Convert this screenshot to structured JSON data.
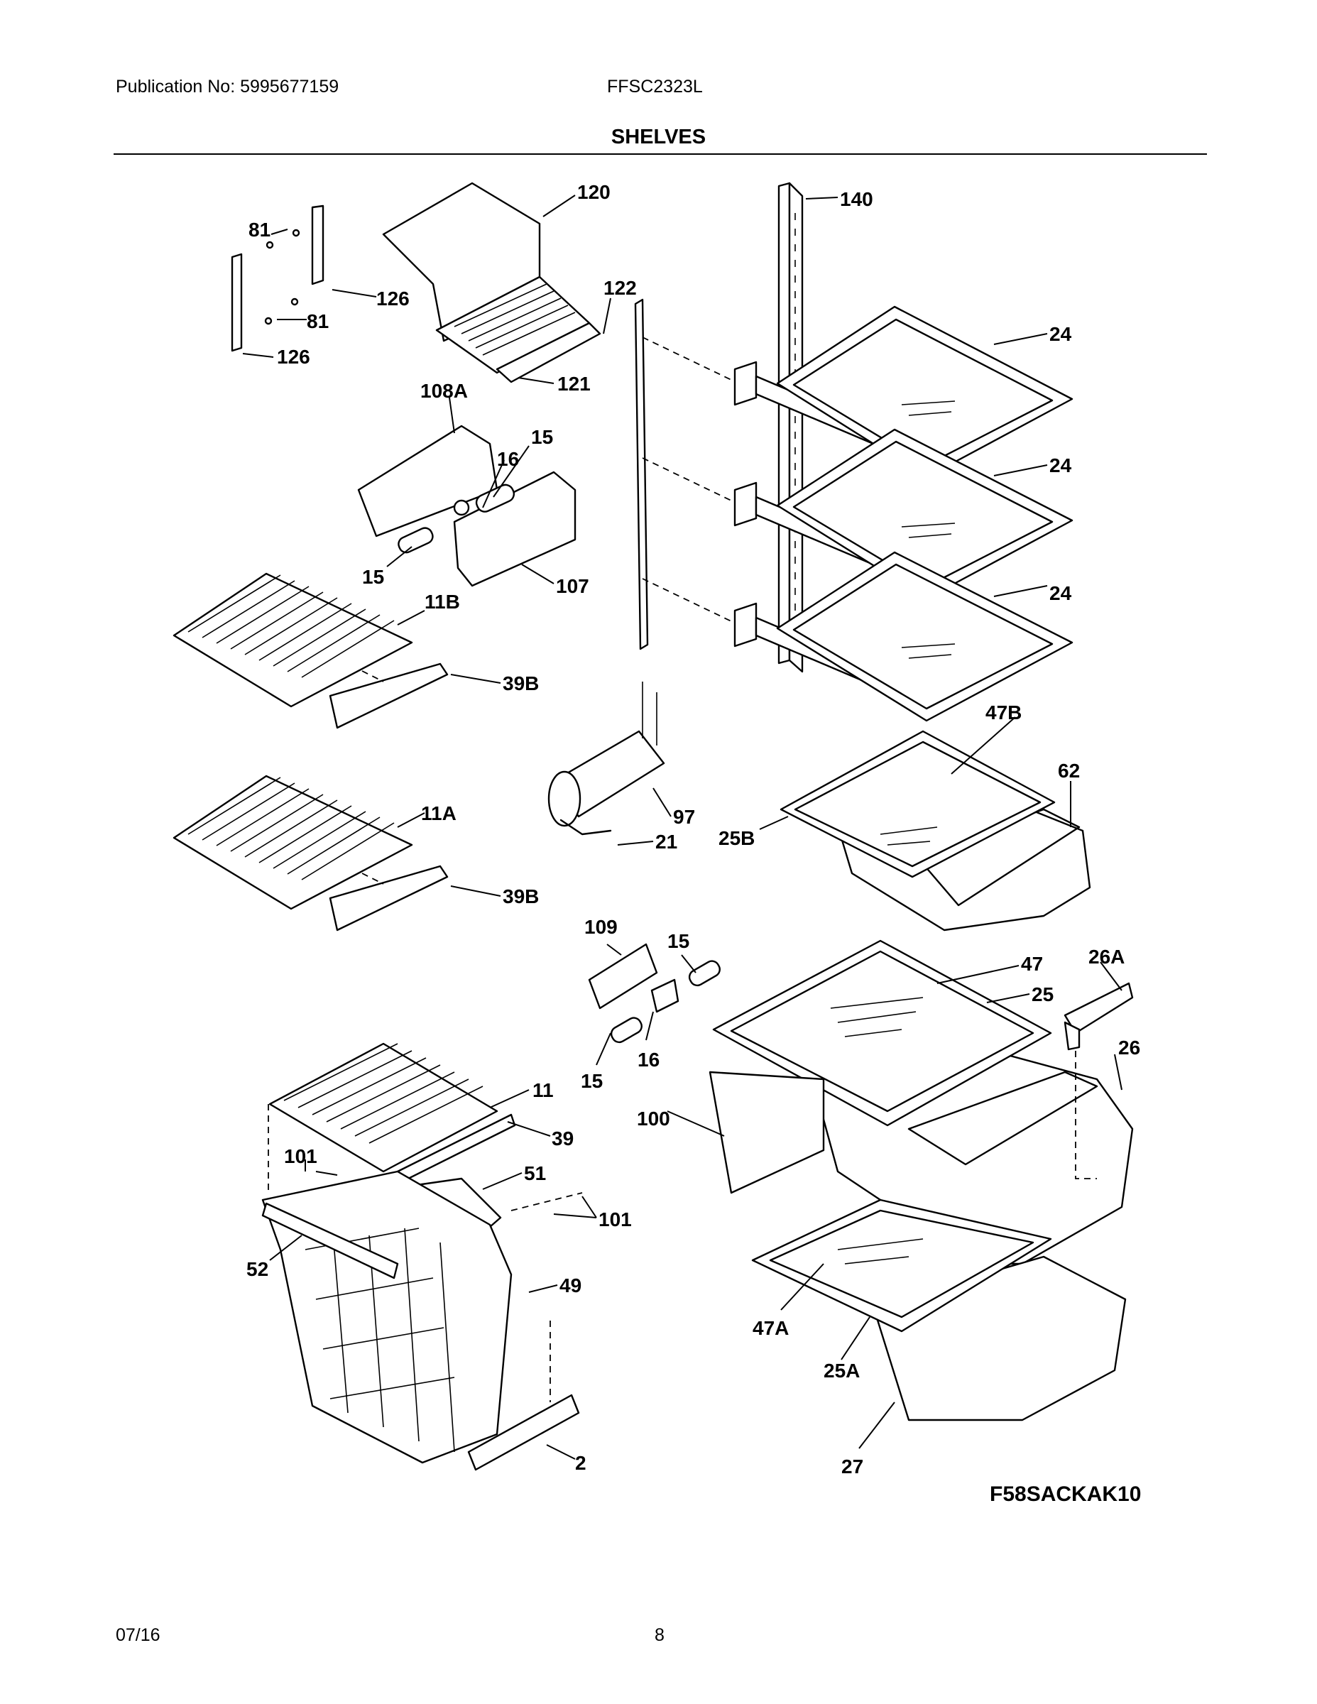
{
  "header": {
    "publication": "Publication No: 5995677159",
    "model": "FFSC2323L",
    "title": "SHELVES"
  },
  "callouts": [
    "120",
    "140",
    "81",
    "126",
    "81",
    "126",
    "122",
    "121",
    "24",
    "108A",
    "15",
    "16",
    "24",
    "15",
    "107",
    "24",
    "11B",
    "39B",
    "47B",
    "62",
    "97",
    "25B",
    "21",
    "11A",
    "39B",
    "109",
    "15",
    "47",
    "26A",
    "25",
    "16",
    "15",
    "26",
    "11",
    "100",
    "39",
    "101",
    "51",
    "101",
    "52",
    "49",
    "47A",
    "25A",
    "2",
    "27"
  ],
  "diagram_code": "F58SACKAK10",
  "footer": {
    "date": "07/16",
    "page": "8"
  }
}
